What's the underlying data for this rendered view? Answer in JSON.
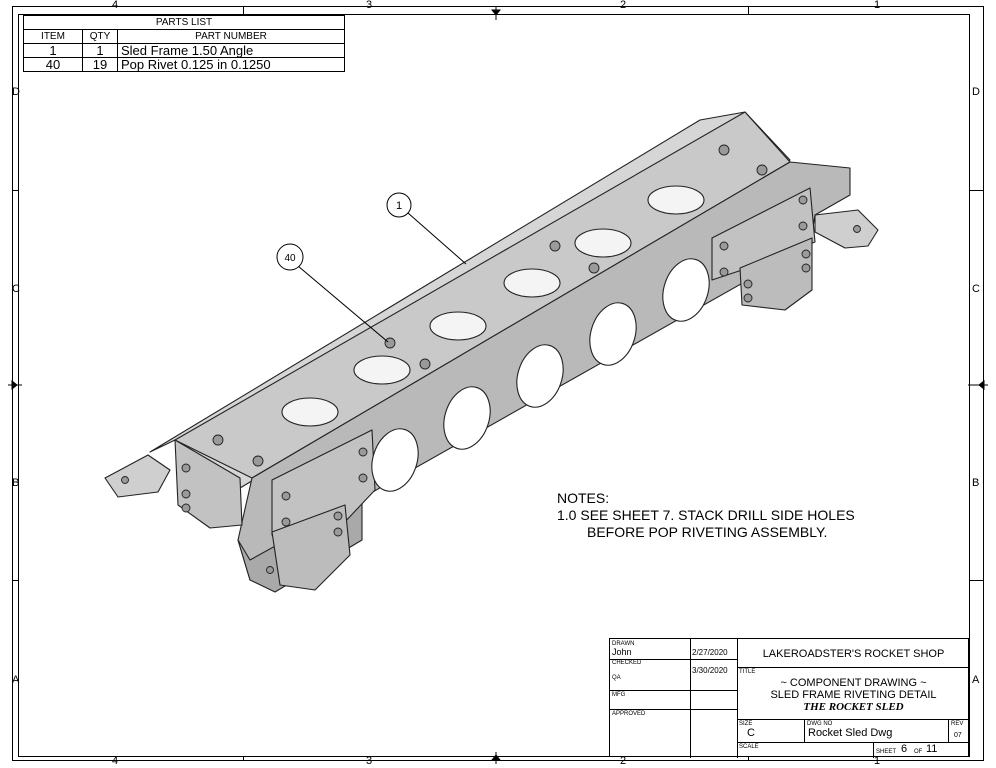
{
  "zones": {
    "columns": [
      "4",
      "3",
      "2",
      "1"
    ],
    "rows": [
      "D",
      "C",
      "B",
      "A"
    ]
  },
  "parts_list": {
    "title": "PARTS LIST",
    "headers": [
      "ITEM",
      "QTY",
      "PART NUMBER"
    ],
    "rows": [
      [
        "1",
        "1",
        "Sled Frame 1.50 Angle"
      ],
      [
        "40",
        "19",
        "Pop Rivet 0.125 in 0.1250"
      ]
    ]
  },
  "balloons": [
    "1",
    "40"
  ],
  "notes": {
    "title": "NOTES:",
    "line1": "1.0 SEE SHEET 7.  STACK DRILL SIDE  HOLES",
    "line2": "BEFORE POP RIVETING ASSEMBLY."
  },
  "title_block": {
    "drawn_label": "DRAWN",
    "drawn_by": "John",
    "drawn_date": "2/27/2020",
    "checked_label": "CHECKED",
    "checked_date": "3/30/2020",
    "qa_label": "QA",
    "mfg_label": "MFG",
    "approved_label": "APPROVED",
    "company": "LAKEROADSTER'S ROCKET SHOP",
    "title_label": "TITLE",
    "title_line1": "~ COMPONENT DRAWING ~",
    "title_line2": "SLED FRAME RIVETING DETAIL",
    "title_line3": "THE ROCKET SLED",
    "size_label": "SIZE",
    "size": "C",
    "dwg_label": "DWG NO",
    "dwg_no": "Rocket Sled Dwg",
    "rev_label": "REV",
    "rev": "07",
    "scale_label": "SCALE",
    "sheet_label": "SHEET",
    "sheet": "6",
    "of_label": "OF",
    "total": "11"
  }
}
